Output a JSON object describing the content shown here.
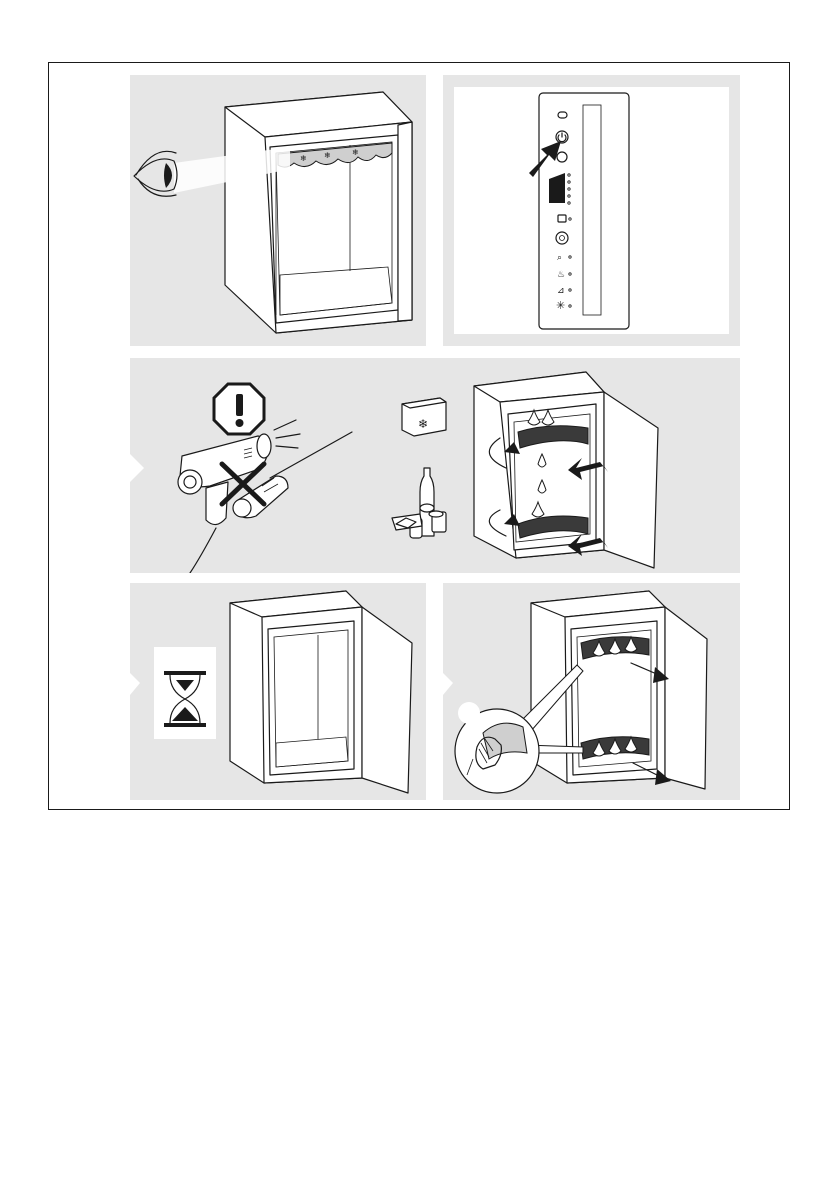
{
  "figure": {
    "panels": [
      {
        "id": "p1",
        "description_icons": [
          "eye-icon",
          "ice-buildup"
        ]
      },
      {
        "id": "p2",
        "description_icons": [
          "control-panel",
          "press-arrow-icon"
        ]
      },
      {
        "id": "p3",
        "description_icons": [
          "warning-icon",
          "hair-dryer-icon",
          "screwdriver-icon",
          "cross-icon",
          "cool-box-icon",
          "food-items-icon"
        ]
      },
      {
        "id": "p4",
        "description_icons": [
          "hourglass-icon"
        ]
      },
      {
        "id": "p5",
        "description_icons": [
          "cloth-wipe-icon",
          "melting-ice"
        ]
      }
    ]
  },
  "colors": {
    "panel_bg": "#e6e6e6",
    "line": "#1a1a1a",
    "ice": "#3a3a3a"
  }
}
